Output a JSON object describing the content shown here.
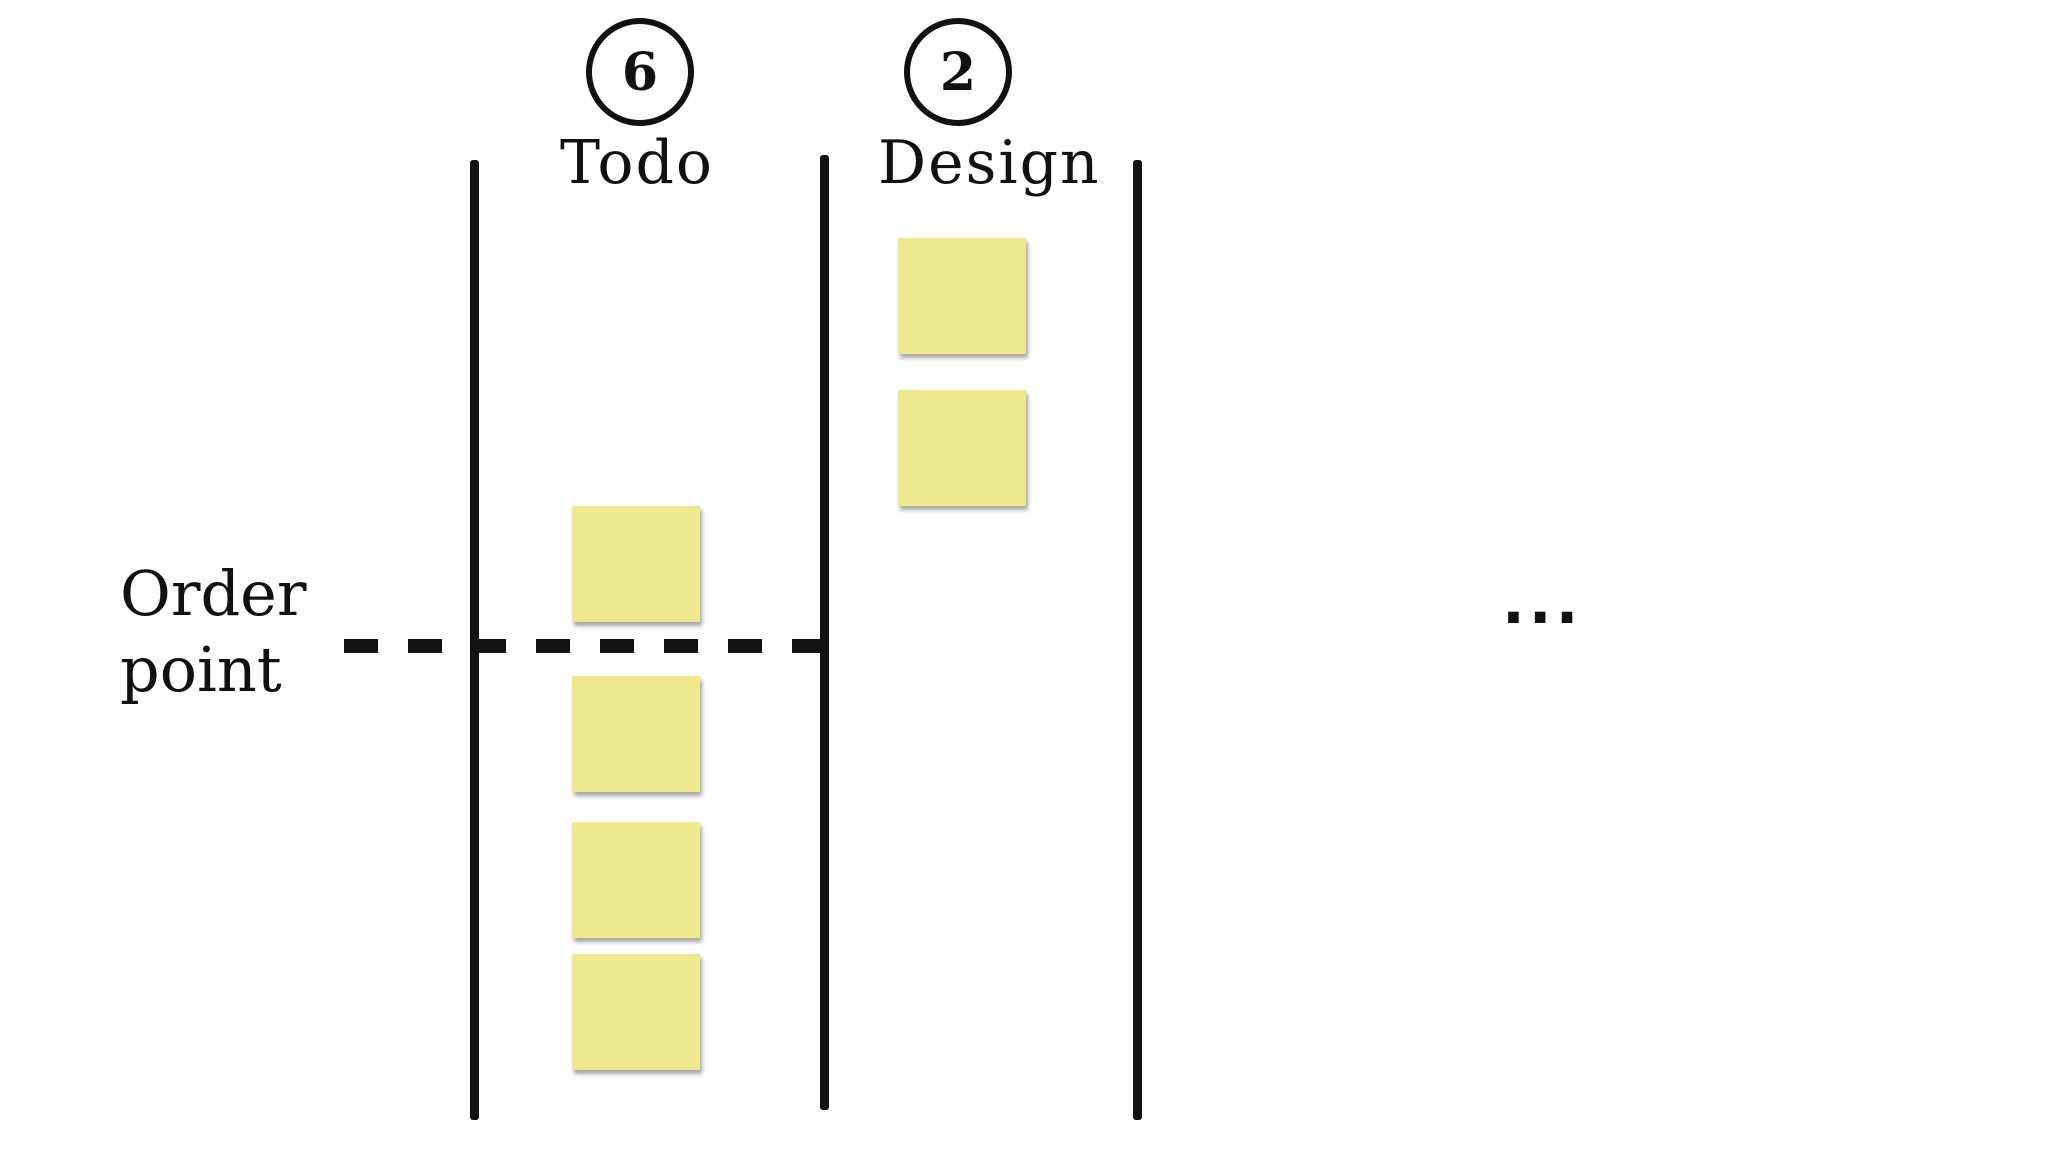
{
  "columns": [
    {
      "title": "Todo",
      "limit": "6"
    },
    {
      "title": "Design",
      "limit": "2"
    }
  ],
  "order_point": {
    "line1": "Order",
    "line2": "point"
  },
  "more": "..."
}
